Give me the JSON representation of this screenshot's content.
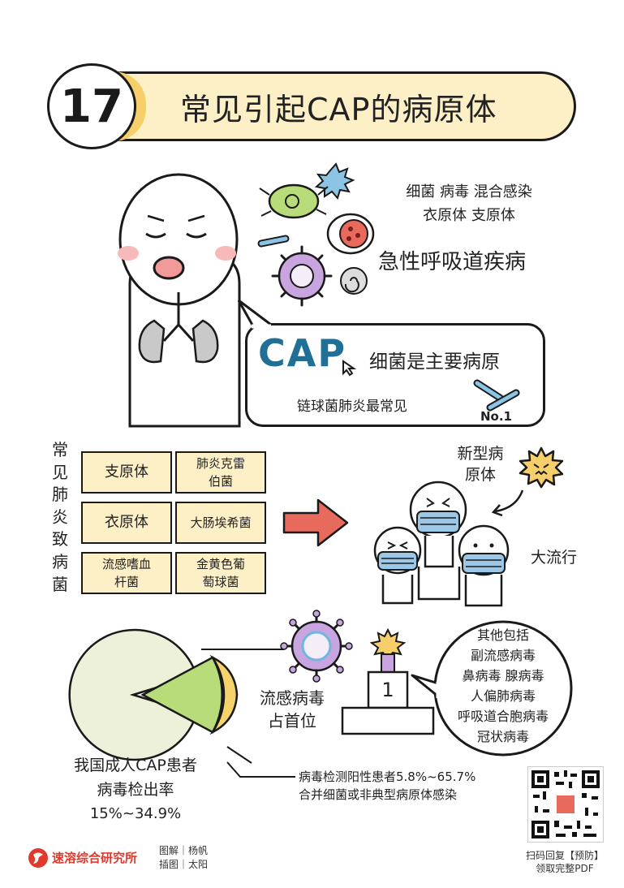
{
  "header": {
    "number": "17",
    "title": "常见引起CAP的病原体"
  },
  "pathogens_top": {
    "line1": "细菌 病毒 混合感染",
    "line2": "衣原体 支原体",
    "disease": "急性呼吸道疾病"
  },
  "cap_bubble": {
    "cap": "CAP",
    "main": "细菌是主要病原",
    "common": "链球菌肺炎最常见",
    "badge": "No.1"
  },
  "table": {
    "vertical_label": [
      "常",
      "见",
      "肺",
      "炎",
      "致",
      "病",
      "菌"
    ],
    "cells": [
      [
        "支原体",
        "肺炎克雷\n伯菌"
      ],
      [
        "衣原体",
        "大肠埃希菌"
      ],
      [
        "流感嗜血\n杆菌",
        "金黄色葡\n萄球菌"
      ]
    ]
  },
  "new_pathogen": {
    "label_line1": "新型病",
    "label_line2": "原体",
    "pandemic": "大流行"
  },
  "pie": {
    "label_line1": "我国成人CAP患者",
    "label_line2": "病毒检出率",
    "label_line3": "15%~34.9%",
    "flu_line1": "流感病毒",
    "flu_line2": "占首位",
    "podium": "1",
    "positive_line1": "病毒检测阳性患者5.8%~65.7%",
    "positive_line2": "合并细菌或非典型病原体感染"
  },
  "others": {
    "lines": [
      "其他包括",
      "副流感病毒",
      "鼻病毒 腺病毒",
      "人偏肺病毒",
      "呼吸道合胞病毒",
      "冠状病毒"
    ]
  },
  "footer": {
    "org": "速溶综合研究所",
    "credit1": "图解｜杨帆",
    "credit2": "插图｜太阳",
    "qr_line1": "扫码回复【预防】",
    "qr_line2": "领取完整PDF"
  },
  "colors": {
    "banner": "#fdefc6",
    "accent_yellow": "#f6cf6a",
    "cap_blue": "#1f6f97",
    "arrow_red": "#e86a5c",
    "pie_main": "#eef1d9",
    "pie_green": "#b9dc7a",
    "pie_yellow": "#f6d36a",
    "virus_purple": "#c8a5de",
    "mask_blue": "#9cc7e6"
  }
}
